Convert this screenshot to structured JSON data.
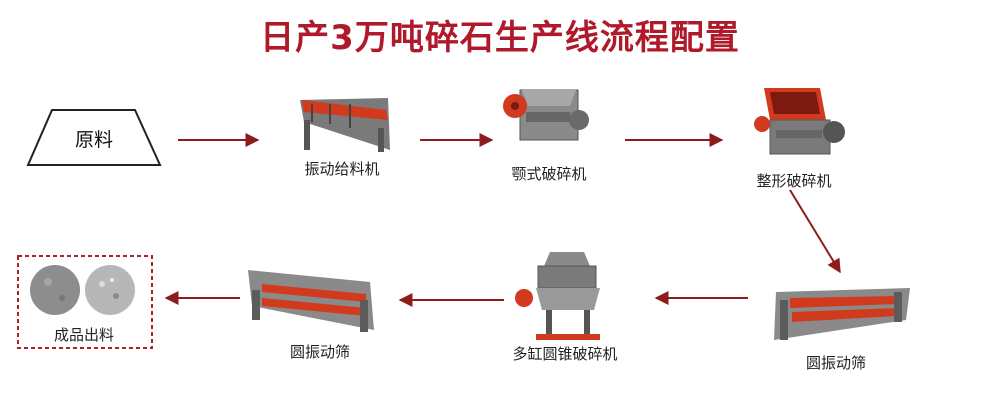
{
  "title": "日产3万吨碎石生产线流程配置",
  "colors": {
    "title": "#b0192a",
    "arrow": "#8e1c1c",
    "machine_red": "#d23a1e",
    "machine_gray": "#6b6b6b",
    "border_red": "#b02020"
  },
  "nodes": {
    "raw": {
      "label": "原料"
    },
    "feeder": {
      "label": "振动给料机",
      "icon": "vibrating-feeder-icon"
    },
    "jaw": {
      "label": "颚式破碎机",
      "icon": "jaw-crusher-icon"
    },
    "shaper": {
      "label": "整形破碎机",
      "icon": "shaping-crusher-icon"
    },
    "screen1": {
      "label": "圆振动筛",
      "icon": "circular-vibrating-screen-icon"
    },
    "cone": {
      "label": "多缸圆锥破碎机",
      "icon": "multi-cylinder-cone-crusher-icon"
    },
    "screen2": {
      "label": "圆振动筛",
      "icon": "circular-vibrating-screen-icon"
    },
    "output": {
      "label": "成品出料",
      "icon": "aggregate-sample-icon"
    }
  }
}
